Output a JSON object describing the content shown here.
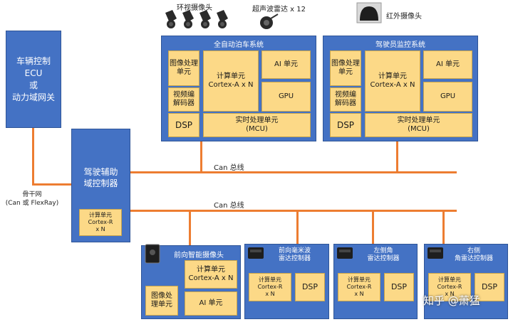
{
  "top_labels": {
    "surround_cam": "环视摄像头",
    "ultrasonic": "超声波雷达 x 12",
    "ir_cam": "红外摄像头"
  },
  "vehicle_ecu": {
    "lines": [
      "车辆控制",
      "ECU",
      "或",
      "动力域网关"
    ]
  },
  "backbone": {
    "lines": [
      "骨干网",
      "(Can 或 FlexRay)"
    ]
  },
  "adas_domain": {
    "lines": [
      "驾驶辅助",
      "域控制器"
    ],
    "compute": [
      "计算单元",
      "Cortex-R",
      "x N"
    ]
  },
  "parking": {
    "title": "全自动泊车系统",
    "image_unit": [
      "图像处理",
      "单元"
    ],
    "video_codec": [
      "视频编",
      "解码器"
    ],
    "dsp": "DSP",
    "compute": [
      "计算单元",
      "Cortex-A x N"
    ],
    "ai": "AI 单元",
    "gpu": "GPU",
    "mcu": [
      "实时处理单元",
      "(MCU)"
    ]
  },
  "driver_monitor": {
    "title": "驾驶员监控系统",
    "image_unit": [
      "图像处理",
      "单元"
    ],
    "video_codec": [
      "视频编",
      "解码器"
    ],
    "dsp": "DSP",
    "compute": [
      "计算单元",
      "Cortex-A x N"
    ],
    "ai": "AI 单元",
    "gpu": "GPU",
    "mcu": [
      "实时处理单元",
      "(MCU)"
    ]
  },
  "can_bus_1": "Can 总线",
  "can_bus_2": "Can 总线",
  "front_cam": {
    "title": "前向智能摄像头",
    "compute": [
      "计算单元",
      "Cortex-A x N"
    ],
    "image_unit": [
      "图像处",
      "理单元"
    ],
    "ai": "AI 单元"
  },
  "mmwave": {
    "title": [
      "前向毫米波",
      "雷达控制器"
    ],
    "compute": [
      "计算单元",
      "Cortex-R",
      "x N"
    ],
    "dsp": "DSP"
  },
  "left_radar": {
    "title": [
      "左侧角",
      "雷达控制器"
    ],
    "compute": [
      "计算单元",
      "Cortex-R",
      "x N"
    ],
    "dsp": "DSP"
  },
  "right_radar": {
    "title": [
      "右侧",
      "角雷达控制器"
    ],
    "compute": [
      "计算单元",
      "Cortex-R",
      "x N"
    ],
    "dsp": "DSP"
  },
  "watermark": "知乎 @萧猛",
  "colors": {
    "block_blue": "#4472c4",
    "unit_tan": "#fcd987",
    "bus_orange": "#ed7d31"
  }
}
